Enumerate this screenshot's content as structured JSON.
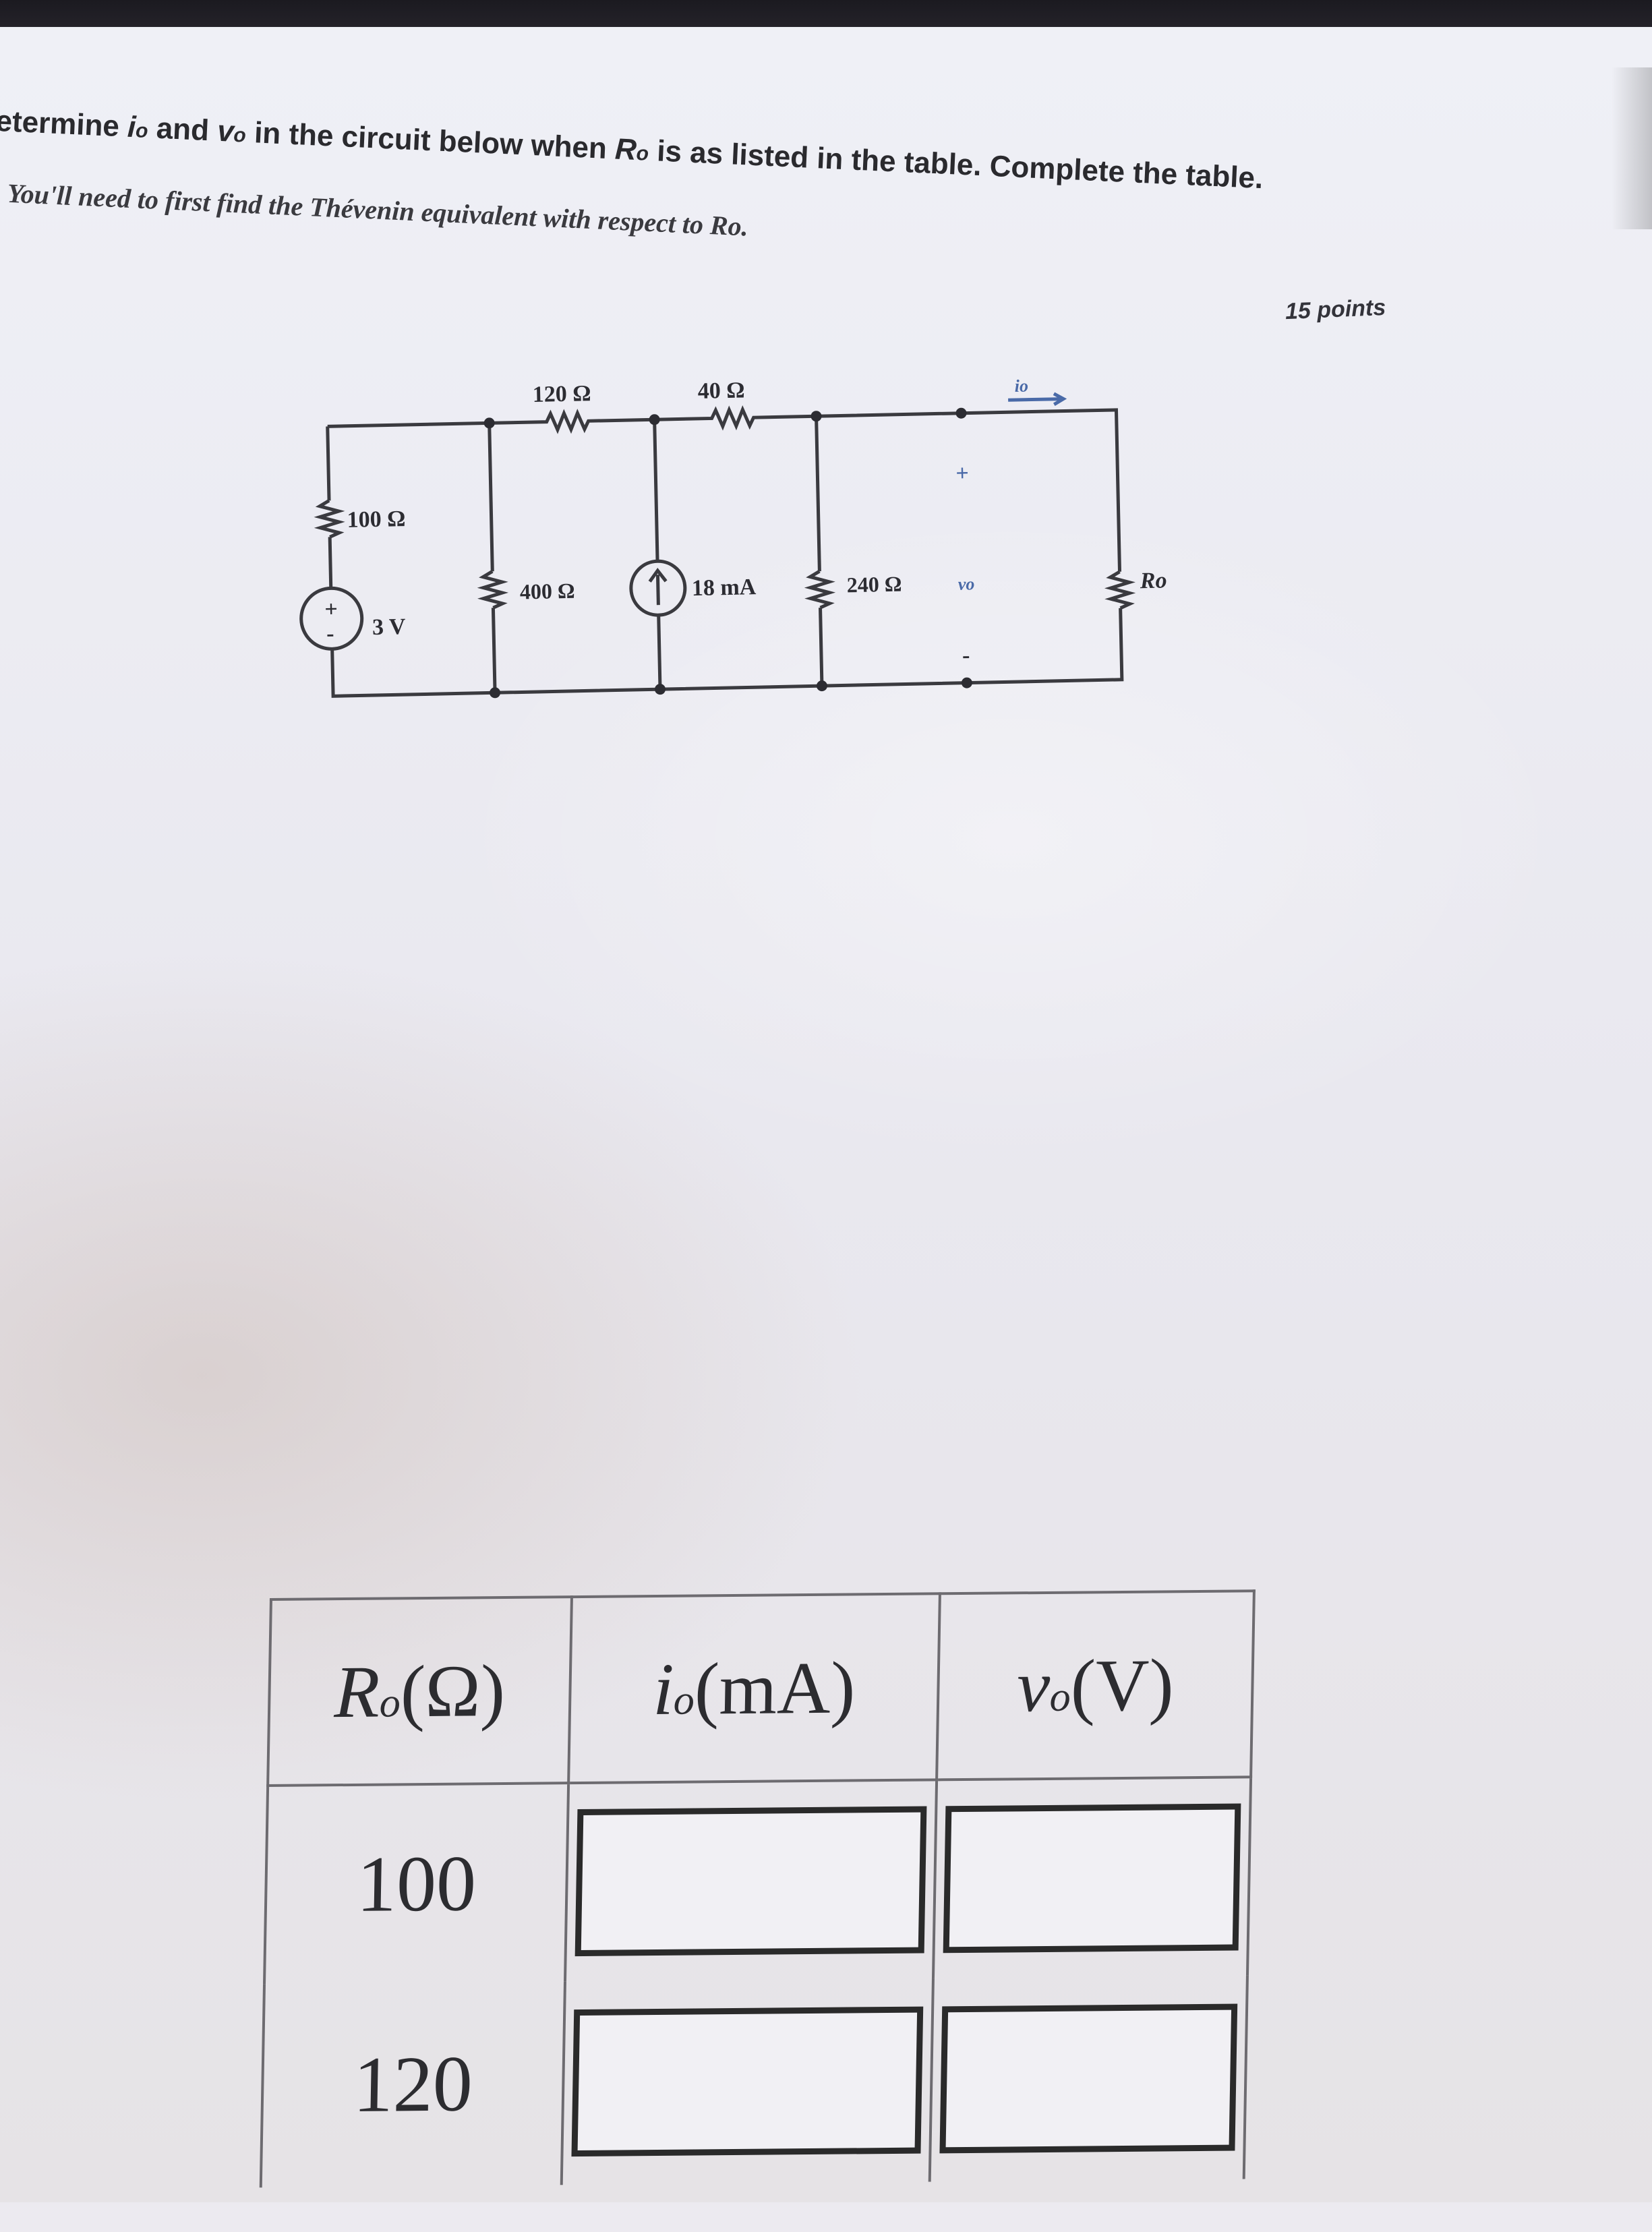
{
  "problem": {
    "statement_prefix": "etermine",
    "var_io": "i",
    "var_o_sub": "o",
    "and_word": "and",
    "var_vo": "v",
    "statement_mid": "in the circuit below when",
    "var_Ro": "R",
    "statement_end": "is as listed in the table.  Complete the table.",
    "instruction": "You'll need to first find the Thévenin equivalent with respect to Ro.",
    "points": "15 points"
  },
  "circuit": {
    "r1_label": "100 Ω",
    "source_label": "3 V",
    "source_plus": "+",
    "source_minus": "-",
    "r2_label": "120 Ω",
    "r3_label": "40 Ω",
    "r4_label": "400 Ω",
    "current_source_label": "18 mA",
    "r5_label": "240 Ω",
    "vo_label": "vo",
    "vo_plus": "+",
    "vo_minus": "-",
    "io_label": "io",
    "ro_label": "Ro"
  },
  "table": {
    "headers": [
      {
        "var": "R",
        "sub": "o",
        "unit": "(Ω)"
      },
      {
        "var": "i",
        "sub": "o",
        "unit": "(mA)"
      },
      {
        "var": "v",
        "sub": "o",
        "unit": "(V)"
      }
    ],
    "rows": [
      {
        "ro": "100",
        "io": "",
        "vo": ""
      },
      {
        "ro": "120",
        "io": "",
        "vo": ""
      }
    ]
  }
}
